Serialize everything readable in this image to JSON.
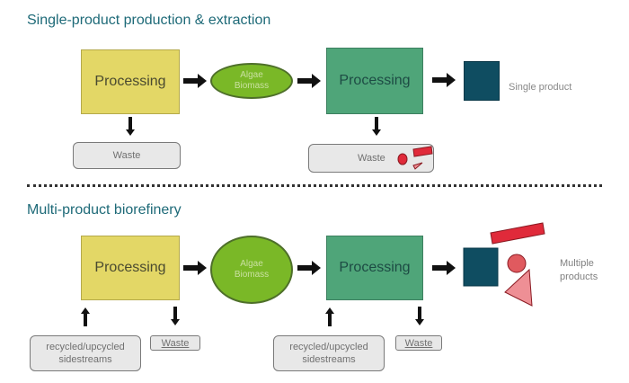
{
  "sections": [
    {
      "title": "Single-product production & extraction",
      "processing_1": "Processing",
      "biomass": [
        "Algae",
        "Biomass"
      ],
      "processing_2": "Processing",
      "waste_1": "Waste",
      "waste_2": "Waste",
      "product_label": "Single product"
    },
    {
      "title": "Multi-product biorefinery",
      "processing_1": "Processing",
      "biomass": [
        "Algae",
        "Biomass"
      ],
      "processing_2": "Processing",
      "sidestreams_1": [
        "recycled/upcycled",
        "sidestreams"
      ],
      "waste_1": "Waste",
      "sidestreams_2": [
        "recycled/upcycled",
        "sidestreams"
      ],
      "waste_2": "Waste",
      "product_label": [
        "Multiple",
        "products"
      ]
    }
  ],
  "colors": {
    "title": "#1e6a78",
    "processing_yellow": "#e3d766",
    "processing_green": "#4fa579",
    "biomass": "#7ab827",
    "product_dark": "#0f4d61",
    "product_red": "#e02a3a",
    "product_pink": "#ee8f95"
  }
}
